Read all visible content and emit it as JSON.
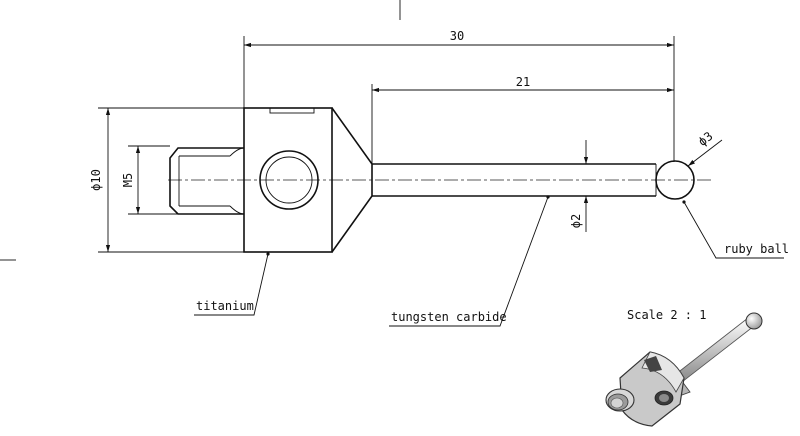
{
  "drawing": {
    "dimensions": {
      "total_length": "30",
      "stylus_length": "21",
      "body_diameter": "ϕ10",
      "thread": "M5",
      "stem_diameter": "ϕ2",
      "ball_diameter": "ϕ3"
    },
    "labels": {
      "base_material": "titanium",
      "stem_material": "tungsten carbide",
      "tip_material": "ruby ball"
    },
    "scale_note": "Scale 2 : 1"
  }
}
